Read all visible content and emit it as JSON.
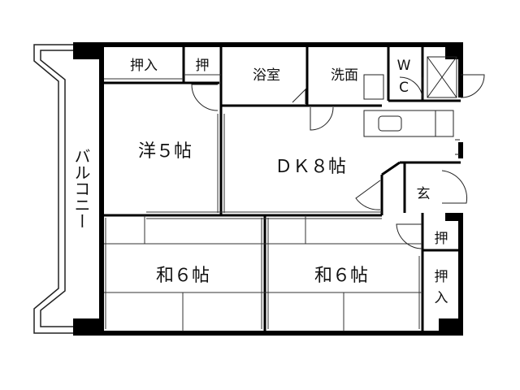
{
  "rooms": {
    "western": "洋５帖",
    "dk": "ＤＫ８帖",
    "japanese_left": "和６帖",
    "japanese_right": "和６帖",
    "bath": "浴室",
    "washroom": "洗面",
    "entrance": "玄"
  },
  "storage": {
    "oshiire_top": "押入",
    "oshi_top": "押",
    "oshi_right": "押",
    "oshiire_right_1": "押",
    "oshiire_right_2": "入"
  },
  "wc": {
    "line1": "W",
    "line2": "C"
  },
  "balcony": {
    "label": "バルコニー"
  },
  "colors": {
    "wall": "#000000",
    "line": "#222222",
    "background": "#ffffff"
  }
}
